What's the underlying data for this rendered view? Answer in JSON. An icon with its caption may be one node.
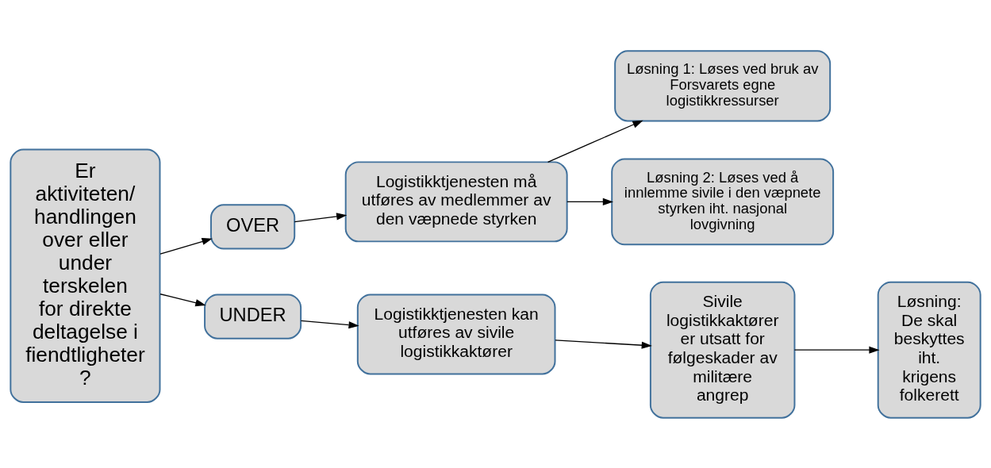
{
  "diagram": {
    "nodes": [
      {
        "text": [
          "Er aktiviteten/ handlingen over eller under terskelen for direkte deltagelse i fiendtligheter ?"
        ]
      },
      {
        "text": [
          "OVER"
        ]
      },
      {
        "text": [
          "Logistikktjenesten må utføres av medlemmer av den væpnede styrken"
        ]
      },
      {
        "text": [
          "Løsning 1: Løses ved bruk av Forsvarets egne logistikkressurser"
        ]
      },
      {
        "text": [
          "Løsning 2: Løses ved å innlemme sivile i den væpnete styrken iht. nasjonal lovgivning"
        ]
      },
      {
        "text": [
          "UNDER"
        ]
      },
      {
        "text": [
          "Logistikktjenesten kan utføres av sivile logistikkaktører"
        ]
      },
      {
        "text": [
          "Sivile logistikkaktører er utsatt for følgeskader av militære angrep"
        ]
      },
      {
        "text": [
          "Løsning: De skal beskyttes iht. krigens folkerett"
        ]
      }
    ],
    "edges": [
      {
        "from": 0,
        "to": 1,
        "arrow": "to"
      },
      {
        "from": 0,
        "to": 5,
        "arrow": "to"
      },
      {
        "from": 1,
        "to": 2,
        "arrow": "to"
      },
      {
        "from": 2,
        "to": 3,
        "arrow": "to"
      },
      {
        "from": 2,
        "to": 4,
        "arrow": "to"
      },
      {
        "from": 5,
        "to": 6,
        "arrow": "to"
      },
      {
        "from": 6,
        "to": 7,
        "arrow": "to"
      },
      {
        "from": 7,
        "to": 8,
        "arrow": "to"
      }
    ]
  }
}
